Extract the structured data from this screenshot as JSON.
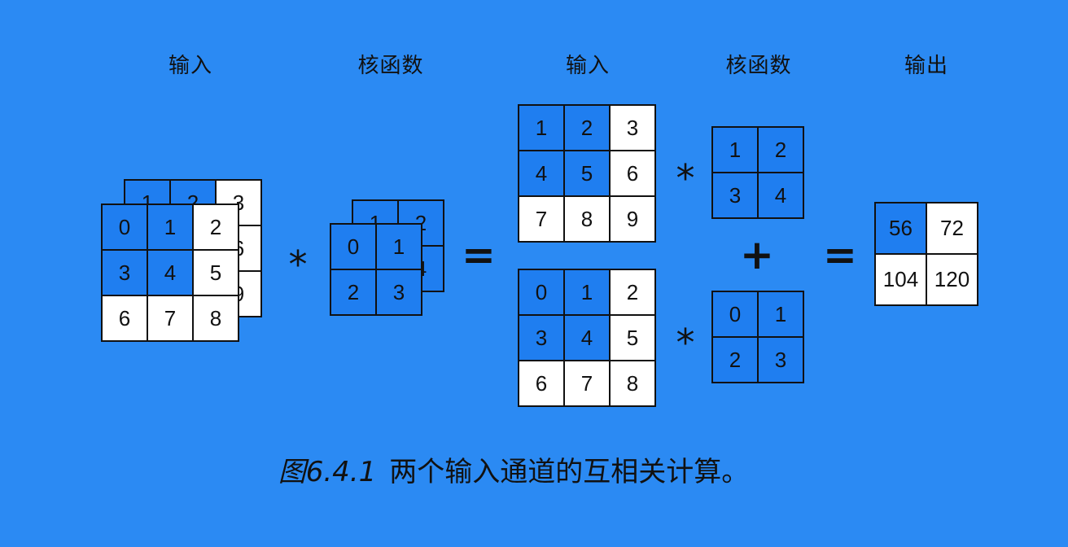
{
  "labels": {
    "input_left": "输入",
    "kernel_left": "核函数",
    "input_right": "输入",
    "kernel_right": "核函数",
    "output": "输出"
  },
  "operators": {
    "conv": "*",
    "equals": "=",
    "plus": "+"
  },
  "caption": {
    "figure_number": "图6.4.1",
    "text": "两个输入通道的互相关计算。"
  },
  "matrices": {
    "input_channel_1": [
      [
        "1",
        "2",
        "3"
      ],
      [
        "4",
        "5",
        "6"
      ],
      [
        "7",
        "8",
        "9"
      ]
    ],
    "input_channel_0": [
      [
        "0",
        "1",
        "2"
      ],
      [
        "3",
        "4",
        "5"
      ],
      [
        "6",
        "7",
        "8"
      ]
    ],
    "kernel_channel_1": [
      [
        "1",
        "2"
      ],
      [
        "3",
        "4"
      ]
    ],
    "kernel_channel_0": [
      [
        "0",
        "1"
      ],
      [
        "2",
        "3"
      ]
    ],
    "output": [
      [
        "56",
        "72"
      ],
      [
        "104",
        "120"
      ]
    ]
  },
  "colors": {
    "background": "#2b8af3",
    "highlight_cell": "#1f7ef0",
    "plain_cell": "#ffffff",
    "border": "#111111"
  }
}
